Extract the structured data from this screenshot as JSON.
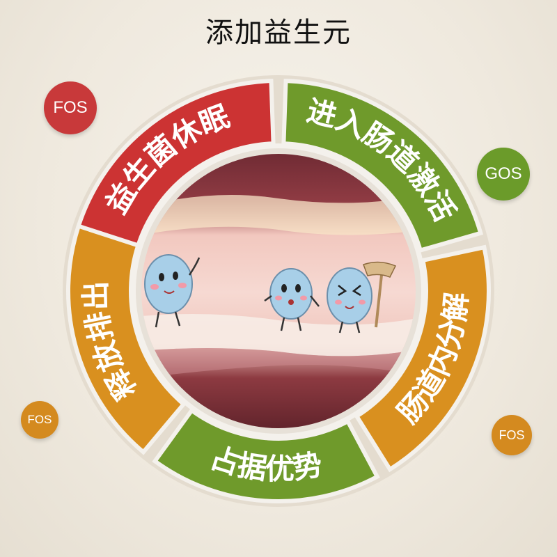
{
  "title": "添加益生元",
  "badges": {
    "fos_top": "FOS",
    "gos": "GOS",
    "fos_left": "FOS",
    "fos_right": "FOS"
  },
  "segments": [
    {
      "label": "益生菌休眠",
      "color": "#cc3333"
    },
    {
      "label": "进入肠道激活",
      "color": "#6f9a2b"
    },
    {
      "label": "肠道内分解",
      "color": "#d9901f"
    },
    {
      "label": "占据优势",
      "color": "#6f9a2b"
    },
    {
      "label": "释放排出",
      "color": "#d9901f"
    }
  ],
  "colors": {
    "red": "#cc3333",
    "green": "#6f9a2b",
    "orange": "#d9901f",
    "bacteria": "#a8cfe8"
  }
}
